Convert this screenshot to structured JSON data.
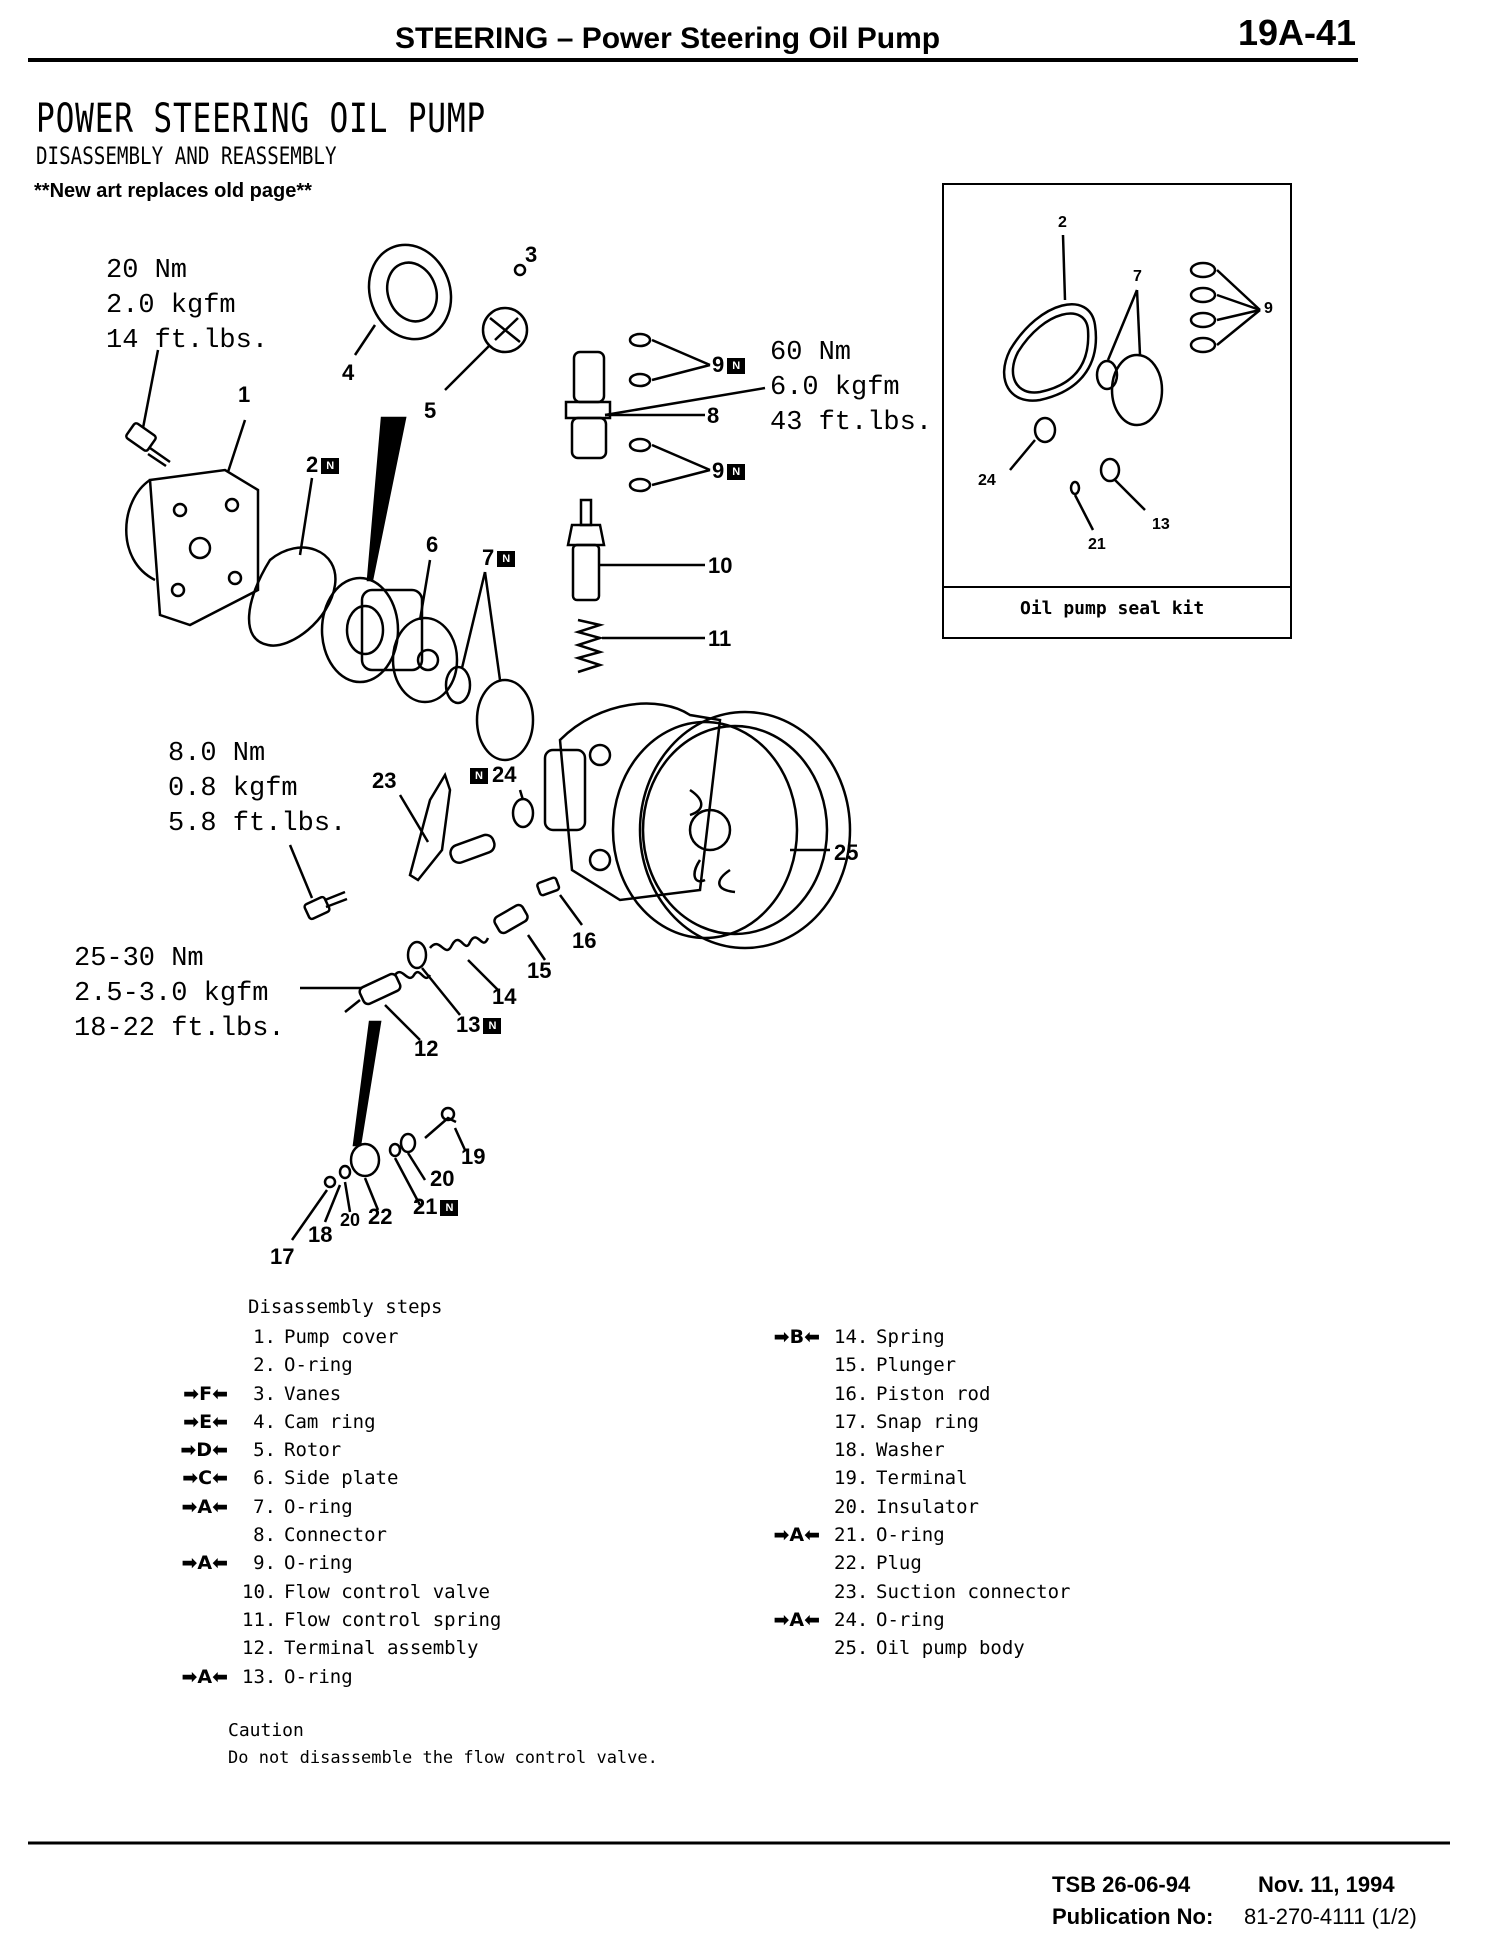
{
  "header": {
    "title": "STEERING – Power Steering Oil Pump",
    "page_number": "19A-41"
  },
  "section": {
    "title": "POWER STEERING OIL PUMP",
    "subtitle": "DISASSEMBLY AND REASSEMBLY",
    "note": "**New art replaces old page**"
  },
  "torques": {
    "t1": "20 Nm\n2.0 kgfm\n14 ft.lbs.",
    "t2": "60 Nm\n6.0 kgfm\n43 ft.lbs.",
    "t3": "8.0 Nm\n0.8 kgfm\n5.8 ft.lbs.",
    "t4": "25-30 Nm\n2.5-3.0 kgfm\n18-22 ft.lbs."
  },
  "new_part_mark": "N",
  "callouts": {
    "c1": "1",
    "c2": "2",
    "c3": "3",
    "c4": "4",
    "c5": "5",
    "c6": "6",
    "c7": "7",
    "c8": "8",
    "c9a": "9",
    "c9b": "9",
    "c10": "10",
    "c11": "11",
    "c12": "12",
    "c13": "13",
    "c14": "14",
    "c15": "15",
    "c16": "16",
    "c17": "17",
    "c18": "18",
    "c19": "19",
    "c20a": "20",
    "c20b": "20",
    "c21": "21",
    "c22": "22",
    "c23": "23",
    "c24": "24",
    "c25": "25"
  },
  "seal_kit": {
    "caption": "Oil pump seal kit",
    "labels": {
      "k2": "2",
      "k7": "7",
      "k9": "9",
      "k24": "24",
      "k13": "13",
      "k21": "21"
    }
  },
  "steps": {
    "heading": "Disassembly steps",
    "left": [
      {
        "mark": "",
        "num": "1.",
        "text": "Pump cover"
      },
      {
        "mark": "",
        "num": "2.",
        "text": "O-ring"
      },
      {
        "mark": "➡F⬅",
        "num": "3.",
        "text": "Vanes"
      },
      {
        "mark": "➡E⬅",
        "num": "4.",
        "text": "Cam ring"
      },
      {
        "mark": "➡D⬅",
        "num": "5.",
        "text": "Rotor"
      },
      {
        "mark": "➡C⬅",
        "num": "6.",
        "text": "Side plate"
      },
      {
        "mark": "➡A⬅",
        "num": "7.",
        "text": "O-ring"
      },
      {
        "mark": "",
        "num": "8.",
        "text": "Connector"
      },
      {
        "mark": "➡A⬅",
        "num": "9.",
        "text": "O-ring"
      },
      {
        "mark": "",
        "num": "10.",
        "text": "Flow control valve"
      },
      {
        "mark": "",
        "num": "11.",
        "text": "Flow control spring"
      },
      {
        "mark": "",
        "num": "12.",
        "text": "Terminal assembly"
      },
      {
        "mark": "➡A⬅",
        "num": "13.",
        "text": "O-ring"
      }
    ],
    "right": [
      {
        "mark": "➡B⬅",
        "num": "14.",
        "text": "Spring"
      },
      {
        "mark": "",
        "num": "15.",
        "text": "Plunger"
      },
      {
        "mark": "",
        "num": "16.",
        "text": "Piston rod"
      },
      {
        "mark": "",
        "num": "17.",
        "text": "Snap ring"
      },
      {
        "mark": "",
        "num": "18.",
        "text": "Washer"
      },
      {
        "mark": "",
        "num": "19.",
        "text": "Terminal"
      },
      {
        "mark": "",
        "num": "20.",
        "text": "Insulator"
      },
      {
        "mark": "➡A⬅",
        "num": "21.",
        "text": "O-ring"
      },
      {
        "mark": "",
        "num": "22.",
        "text": "Plug"
      },
      {
        "mark": "",
        "num": "23.",
        "text": "Suction connector"
      },
      {
        "mark": "➡A⬅",
        "num": "24.",
        "text": "O-ring"
      },
      {
        "mark": "",
        "num": "25.",
        "text": "Oil pump body"
      }
    ]
  },
  "caution": {
    "heading": "Caution",
    "text": "Do not disassemble the flow control valve."
  },
  "footer": {
    "tsb_label": "TSB 26-06-94",
    "date": "Nov. 11, 1994",
    "pub_label": "Publication No:",
    "pub_number": "81-270-4111 (1/2)"
  }
}
